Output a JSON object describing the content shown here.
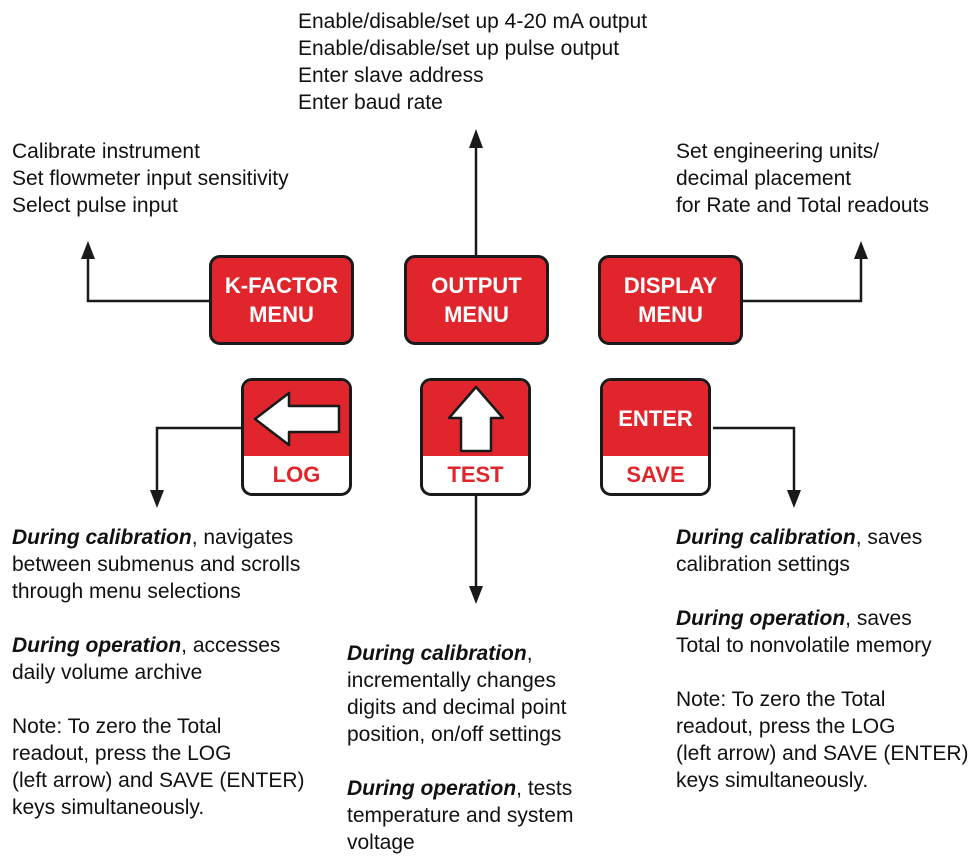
{
  "colors": {
    "key_red": "#e0262c",
    "outline": "#1a1a1a",
    "text": "#111111"
  },
  "output_menu_notes": [
    "Enable/disable/set up 4-20 mA output",
    "Enable/disable/set up pulse output",
    "Enter slave address",
    "Enter baud rate"
  ],
  "kfactor_notes": [
    "Calibrate instrument",
    "Set flowmeter input sensitivity",
    "Select pulse input"
  ],
  "display_notes": [
    "Set engineering units/",
    "decimal placement",
    "for Rate and Total readouts"
  ],
  "keys": {
    "kfactor": {
      "line1": "K-FACTOR",
      "line2": "MENU"
    },
    "output": {
      "line1": "OUTPUT",
      "line2": "MENU"
    },
    "display": {
      "line1": "DISPLAY",
      "line2": "MENU"
    },
    "log": {
      "icon": "left-arrow-icon",
      "label": "LOG"
    },
    "test": {
      "icon": "up-arrow-icon",
      "label": "TEST"
    },
    "enter": {
      "top_label": "ENTER",
      "label": "SAVE"
    }
  },
  "log_desc": {
    "calibration_bold": "During calibration",
    "calibration_lines": [
      ", navigates",
      "between submenus and scrolls",
      "through menu selections"
    ],
    "operation_bold": "During operation",
    "operation_lines": [
      ", accesses",
      "daily volume archive"
    ],
    "note_lines": [
      "Note: To zero the Total",
      "readout, press the LOG",
      "(left arrow) and SAVE (ENTER)",
      "keys simultaneously."
    ]
  },
  "test_desc": {
    "calibration_bold": "During calibration",
    "calibration_lines": [
      ",",
      "incrementally changes",
      "digits and decimal point",
      "position, on/off settings"
    ],
    "operation_bold": "During operation",
    "operation_lines": [
      ", tests",
      "temperature and system",
      "voltage"
    ]
  },
  "enter_desc": {
    "calibration_bold": "During calibration",
    "calibration_lines": [
      ", saves",
      "calibration settings"
    ],
    "operation_bold": "During operation",
    "operation_lines": [
      ", saves",
      "Total to nonvolatile memory"
    ],
    "note_lines": [
      "Note: To zero the Total",
      "readout, press the LOG",
      "(left arrow) and SAVE (ENTER)",
      "keys simultaneously."
    ]
  }
}
